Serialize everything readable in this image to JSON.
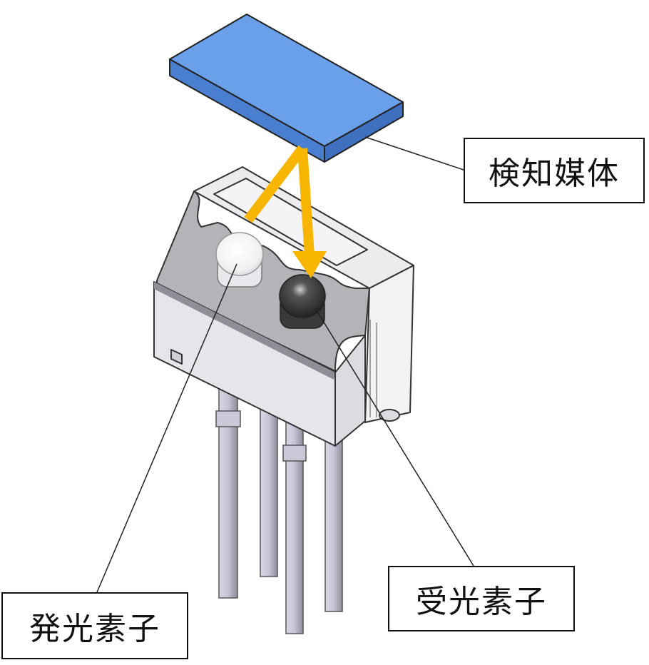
{
  "labels": {
    "detection_medium": "検知媒体",
    "receiver_element": "受光素子",
    "emitter_element": "発光素子"
  },
  "colors": {
    "medium_blue": "#5b93e6",
    "light_path": "#f7b500",
    "housing": "#e3e3e6",
    "pins": "#c8c8d8"
  },
  "icons": {
    "emitter": "white-led-dome",
    "receiver": "dark-photodiode-dome"
  }
}
